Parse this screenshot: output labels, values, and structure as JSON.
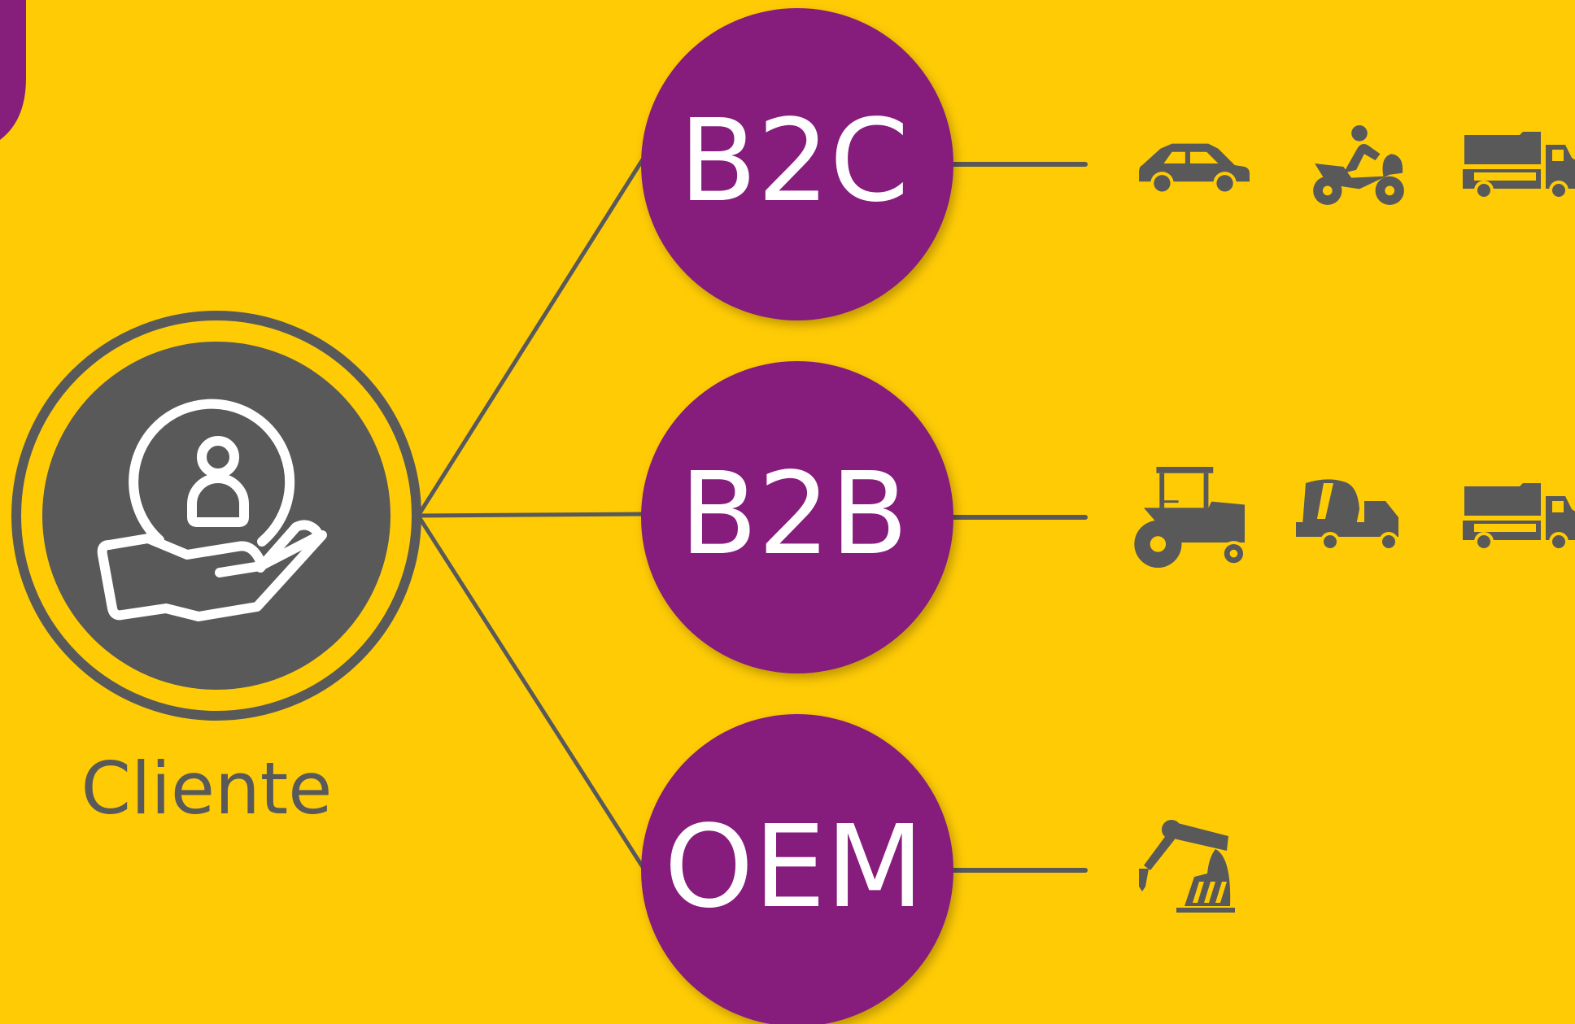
{
  "colors": {
    "background": "#FFCB05",
    "purple": "#861E7C",
    "gray": "#595959",
    "white": "#FFFFFF"
  },
  "client": {
    "label": "Cliente",
    "icon": "hand-holding-user-icon"
  },
  "segments": [
    {
      "label": "B2C",
      "icons": [
        "car-icon",
        "motorcycle-icon",
        "dump-truck-icon"
      ]
    },
    {
      "label": "B2B",
      "icons": [
        "tractor-icon",
        "cement-mixer-truck-icon",
        "dump-truck-icon"
      ]
    },
    {
      "label": "OEM",
      "icons": [
        "industrial-robot-arm-icon"
      ]
    }
  ]
}
